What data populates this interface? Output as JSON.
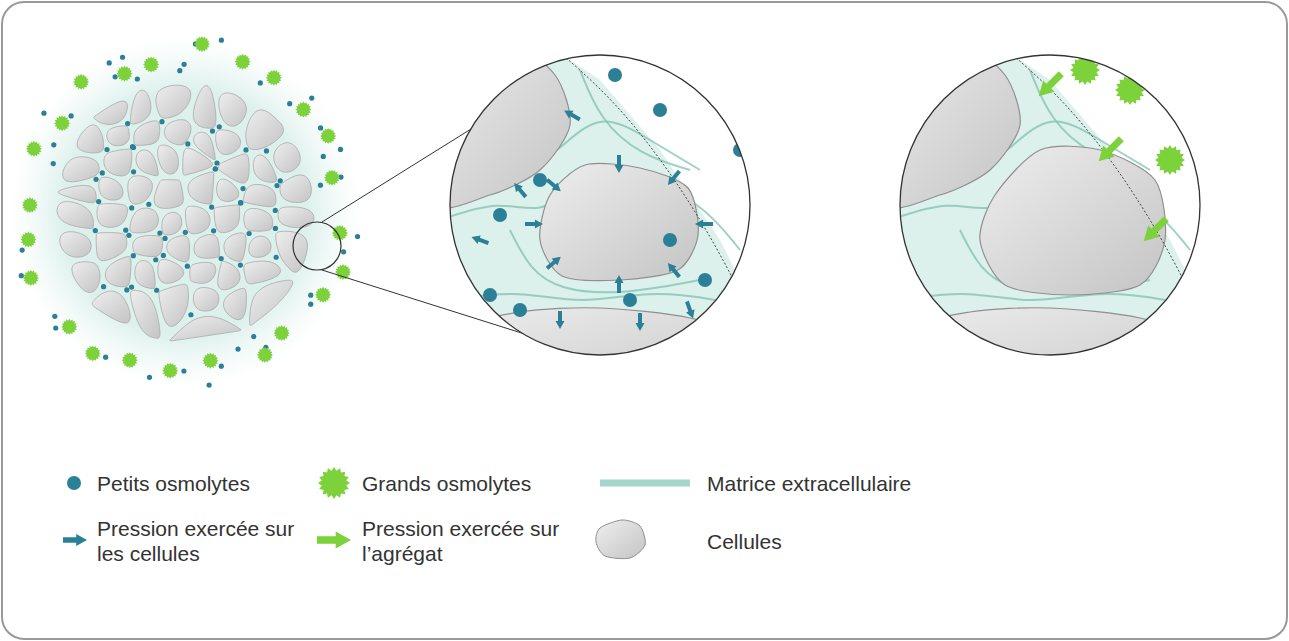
{
  "diagram": {
    "legend": [
      {
        "text": "Petits osmolytes"
      },
      {
        "text": "Grands osmolytes"
      },
      {
        "text": "Matrice extracellulaire"
      },
      {
        "text": "Pression exercée sur les cellules"
      },
      {
        "text": "Pression exercée sur l’agrégat"
      },
      {
        "text": "Cellules"
      }
    ]
  }
}
